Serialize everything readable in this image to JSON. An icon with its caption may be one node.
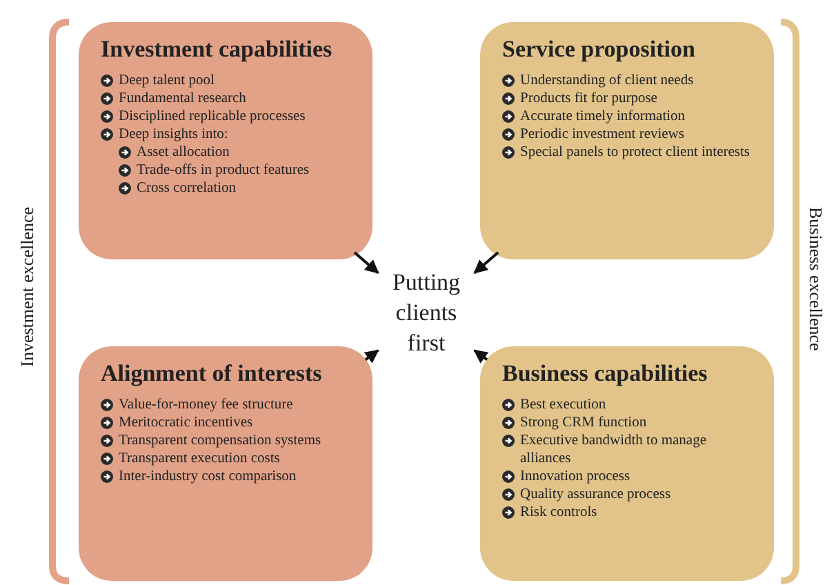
{
  "diagram": {
    "nodes": [
      {
        "text": [
          "Investment capabilities",
          "Deep talent pool",
          "Fundamental research",
          "Disciplined replicable processes",
          "Deep insights into:",
          "Asset allocation",
          "Trade-offs in product features",
          "Cross correlation"
        ]
      },
      {
        "text": [
          "Service proposition",
          "Understanding of client needs",
          "Products fit for purpose",
          "Accurate timely information",
          "Periodic investment reviews",
          "Special panels to protect client interests"
        ]
      },
      {
        "text": [
          "Putting clients first"
        ]
      },
      {
        "text": [
          "Alignment of interests",
          "Value-for-money fee structure",
          "Meritocratic incentives",
          "Transparent compensation systems",
          "Transparent execution costs",
          "Inter-industry cost comparison"
        ]
      },
      {
        "text": [
          "Business capabilities",
          "Best execution",
          "Strong CRM function",
          "Executive bandwidth to manage alliances",
          "Innovation process",
          "Quality assurance process",
          "Risk controls"
        ]
      }
    ],
    "edges": [
      {
        "from": 0,
        "to": 2,
        "arrow": "to"
      },
      {
        "from": 1,
        "to": 2,
        "arrow": "to"
      },
      {
        "from": 3,
        "to": 2,
        "arrow": "to"
      },
      {
        "from": 4,
        "to": 2,
        "arrow": "to"
      }
    ],
    "labels": [
      "Investment excellence",
      "Business excellence"
    ]
  }
}
